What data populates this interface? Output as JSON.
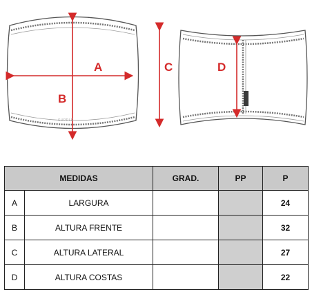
{
  "diagram": {
    "labels": {
      "a": "A",
      "b": "B",
      "c": "C",
      "d": "D"
    },
    "brand_mark": "SUPPLE",
    "colors": {
      "dimension": "#d42a2a",
      "outline": "#555555",
      "stitch": "#777777"
    }
  },
  "table": {
    "headers": {
      "measure": "MEDIDAS",
      "grade": "GRAD.",
      "pp": "PP",
      "p": "P"
    },
    "rows": [
      {
        "code": "A",
        "name": "LARGURA",
        "grade": "",
        "pp": "",
        "p": "24"
      },
      {
        "code": "B",
        "name": "ALTURA FRENTE",
        "grade": "",
        "pp": "",
        "p": "32"
      },
      {
        "code": "C",
        "name": "ALTURA LATERAL",
        "grade": "",
        "pp": "",
        "p": "27"
      },
      {
        "code": "D",
        "name": "ALTURA COSTAS",
        "grade": "",
        "pp": "",
        "p": "22"
      }
    ],
    "colors": {
      "header_bg": "#c9c9c9",
      "pp_bg": "#cfcfcf"
    }
  }
}
